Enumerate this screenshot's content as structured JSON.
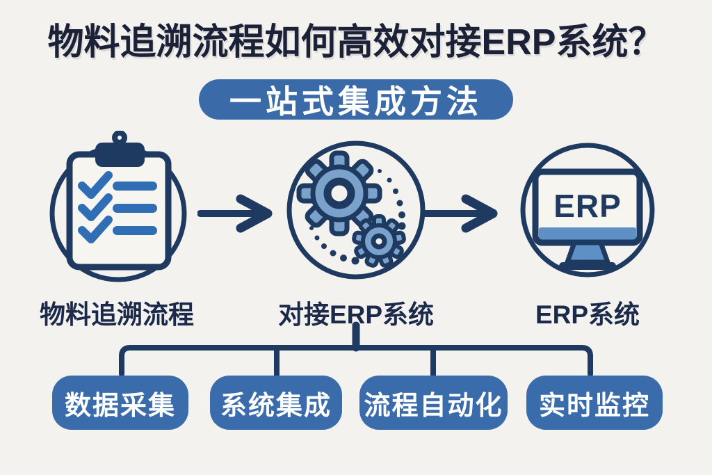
{
  "title": "物料追溯流程如何高效对接ERP系统？",
  "badge": "一站式集成方法",
  "flow": {
    "steps": [
      {
        "label": "物料追溯流程",
        "icon": "clipboard-checklist-icon"
      },
      {
        "label": "对接ERP系统",
        "icon": "gears-icon"
      },
      {
        "label": "ERP系统",
        "icon": "erp-monitor-icon",
        "screen_text": "ERP"
      }
    ],
    "connector_icon": "arrow-right-icon"
  },
  "branches": [
    {
      "label": "数据采集"
    },
    {
      "label": "系统集成"
    },
    {
      "label": "流程自动化"
    },
    {
      "label": "实时监控"
    }
  ],
  "colors": {
    "background": "#f4f2ee",
    "title_ink": "#1b2136",
    "outline_navy": "#1f3a60",
    "badge_blue": "#3a6ba8",
    "pill_blue": "#3a6cab",
    "accent_blue": "#2f6db4",
    "gear_fill": "#7aa2cb",
    "monitor_bar_blue": "#5f90c5"
  }
}
